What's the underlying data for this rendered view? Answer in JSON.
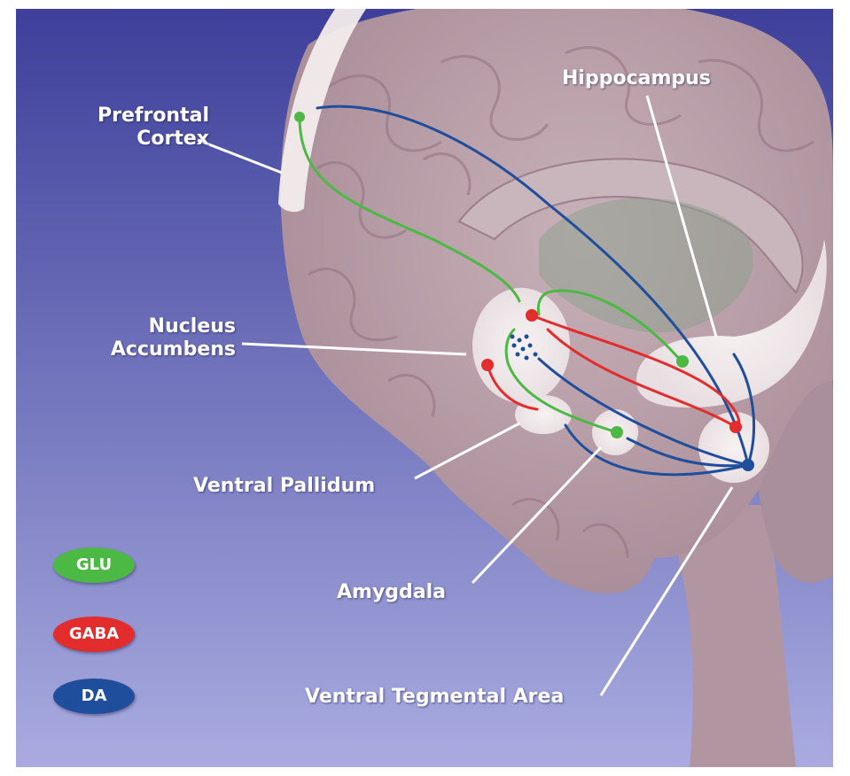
{
  "labels": {
    "prefrontal_cortex_line1": "Prefrontal",
    "prefrontal_cortex_line2": "Cortex",
    "hippocampus": "Hippocampus",
    "nucleus_accumbens_line1": "Nucleus",
    "nucleus_accumbens_line2": "Accumbens",
    "ventral_pallidum": "Ventral Pallidum",
    "amygdala": "Amygdala",
    "ventral_tegmental_area": "Ventral Tegmental Area"
  },
  "legend": [
    {
      "label": "GLU",
      "color": "#4cb944"
    },
    {
      "label": "GABA",
      "color": "#e32c2c"
    },
    {
      "label": "DA",
      "color": "#1f4e9c"
    }
  ],
  "colors": {
    "background_top": "#3d3f9a",
    "background_bottom": "#a7a9df",
    "brain": "#b79ca6",
    "highlight": "#f2ecec"
  }
}
